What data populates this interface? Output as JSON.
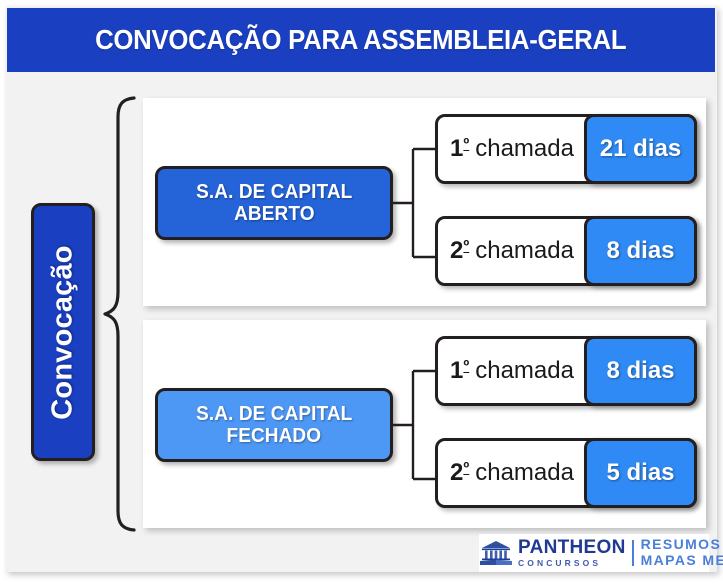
{
  "header": {
    "title": "CONVOCAÇÃO PARA ASSEMBLEIA-GERAL",
    "background_color": "#1a3fc0",
    "text_color": "#ffffff"
  },
  "root_label": {
    "text": "Convocação",
    "background_color": "#1a3fc0",
    "text_color": "#ffffff",
    "orientation": "vertical"
  },
  "brace": {
    "name": "curly-brace",
    "direction": "right"
  },
  "sections": [
    {
      "id": "capital-aberto",
      "parent": {
        "line1": "S.A. DE CAPITAL",
        "line2": "ABERTO",
        "background_color": "#2563d8",
        "text_color": "#ffffff"
      },
      "children": [
        {
          "ordinal": "1",
          "ordinal_suffix": "º",
          "label": "chamada",
          "value": "21 dias",
          "value_color": "#2f8af5"
        },
        {
          "ordinal": "2",
          "ordinal_suffix": "º",
          "label": "chamada",
          "value": "8 dias",
          "value_color": "#2f8af5"
        }
      ]
    },
    {
      "id": "capital-fechado",
      "parent": {
        "line1": "S.A. DE CAPITAL",
        "line2": "FECHADO",
        "background_color": "#4d97f5",
        "text_color": "#ffffff"
      },
      "children": [
        {
          "ordinal": "1",
          "ordinal_suffix": "º",
          "label": "chamada",
          "value": "8 dias",
          "value_color": "#2f8af5"
        },
        {
          "ordinal": "2",
          "ordinal_suffix": "º",
          "label": "chamada",
          "value": "5 dias",
          "value_color": "#2f8af5"
        }
      ]
    }
  ],
  "logo": {
    "icon": "pantheon-temple-icon",
    "brand": "PANTHEON",
    "brand_sub": "CONCURSOS",
    "tagline_line1": "RESUMOS &",
    "tagline_line2": "MAPAS MENTAIS",
    "brand_color": "#1f3a93",
    "tagline_color": "#4a7fd8"
  },
  "theme": {
    "page_background": "#ffffff",
    "card_background": "#f2f2f2",
    "panel_background": "#ffffff",
    "outline_color": "#231f20"
  }
}
